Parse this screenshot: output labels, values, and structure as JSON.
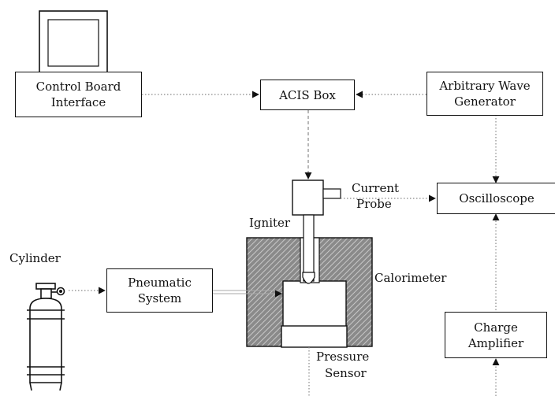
{
  "diagram": {
    "control_board": {
      "line1": "Control Board",
      "line2": "Interface"
    },
    "acis_box": "ACIS Box",
    "wave_generator": {
      "line1": "Arbitrary Wave",
      "line2": "Generator"
    },
    "oscilloscope": "Oscilloscope",
    "current_probe": {
      "line1": "Current",
      "line2": "Probe"
    },
    "igniter": "Igniter",
    "cylinder": "Cylinder",
    "pneumatic_system": {
      "line1": "Pneumatic",
      "line2": "System"
    },
    "calorimeter": "Calorimeter",
    "pressure_sensor": {
      "line1": "Pressure",
      "line2": "Sensor"
    },
    "charge_amplifier": {
      "line1": "Charge",
      "line2": "Amplifier"
    }
  },
  "colors": {
    "line": "#111111",
    "dotted": "#888888",
    "hatch": "#555555",
    "fill": "#ffffff"
  }
}
